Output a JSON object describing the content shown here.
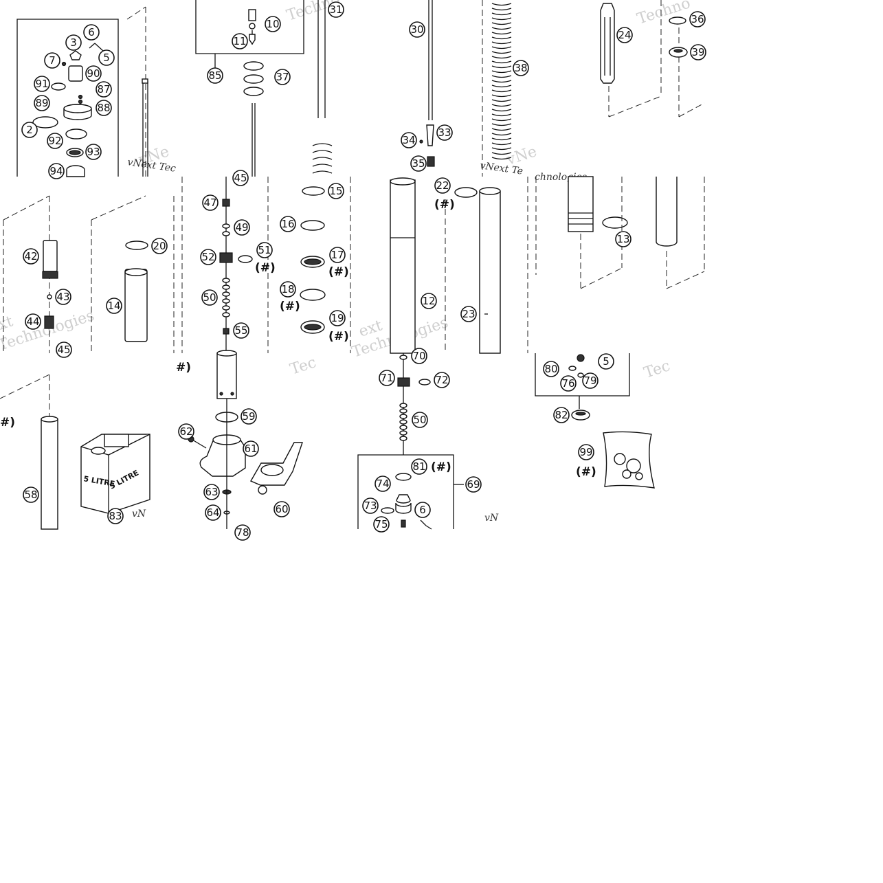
{
  "diagram": {
    "callouts": {
      "c3": "3",
      "c6": "6",
      "c7": "7",
      "c5": "5",
      "c90": "90",
      "c91": "91",
      "c87": "87",
      "c89": "89",
      "c88": "88",
      "c2": "2",
      "c92": "92",
      "c93": "93",
      "c94": "94",
      "c10": "10",
      "c11": "11",
      "c85": "85",
      "c37": "37",
      "c31": "31",
      "c30": "30",
      "c33": "33",
      "c34": "34",
      "c35": "35",
      "c38": "38",
      "c24": "24",
      "c36": "36",
      "c39": "39",
      "c42": "42",
      "c43": "43",
      "c44": "44",
      "c45a": "45",
      "c20": "20",
      "c14": "14",
      "c47": "47",
      "c49": "49",
      "c51": "51",
      "c52": "52",
      "c50a": "50",
      "c55": "55",
      "c15": "15",
      "c16": "16",
      "c17": "17",
      "c18": "18",
      "c19": "19",
      "c22": "22",
      "c12": "12",
      "c23": "23",
      "c13": "13",
      "c58": "58",
      "c83": "83",
      "c59": "59",
      "c62": "62",
      "c61": "61",
      "c63": "63",
      "c60": "60",
      "c64": "64",
      "c71": "71",
      "c72": "72",
      "c50b": "50",
      "c81": "81",
      "c74": "74",
      "c73": "73",
      "c6b": "6",
      "c75": "75",
      "c69": "69",
      "c80": "80",
      "c5b": "5",
      "c76": "76",
      "c79": "79",
      "c82": "82",
      "c99": "99",
      "c45b": "45",
      "c70": "70",
      "c78": "78"
    },
    "hash_marks": {
      "h51": "(#)",
      "h17": "(#)",
      "h18": "(#)",
      "h19": "(#)",
      "h22": "(#)",
      "h81": "(#)",
      "h99": "(#)",
      "h_left": "#)",
      "h_left2": "#)"
    },
    "can_labels": {
      "front": "5 LITRE",
      "side": "5 LITRE"
    },
    "watermarks": {
      "w1": "Techno",
      "w2": "Techno",
      "w3": "Tec",
      "w4": "Tec",
      "w5": "Tec",
      "w6": "Technologies",
      "w7": "vNext Tec",
      "w8": "vNext Te",
      "w9": "vN",
      "w10": "vN",
      "w11": "chnologies",
      "w12": "ext",
      "w13": "vNe",
      "w14": "Technologies",
      "w15": "xt"
    }
  }
}
